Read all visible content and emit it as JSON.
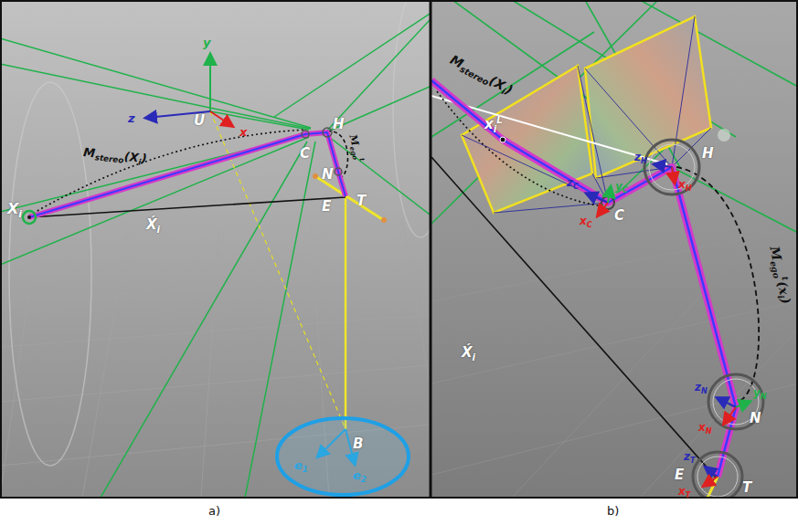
{
  "diagram": {
    "labels": [
      "y",
      "z",
      "x",
      "U",
      "H",
      "C",
      "N",
      "T",
      "E",
      "X",
      "i",
      "X́",
      "i",
      "M",
      "stereo",
      "(X",
      "i",
      ")",
      "M",
      "ego",
      "t",
      "B",
      "e",
      "1",
      "e",
      "2",
      "a)",
      "M",
      "stereo",
      "(X",
      "i",
      ")",
      "x",
      "i",
      "L",
      "z",
      "C",
      "y",
      "C",
      "x",
      "C",
      "C",
      "z",
      "H",
      "x",
      "H",
      "H",
      "M",
      "ego",
      "t",
      "(x",
      "i",
      ")",
      "X́",
      "i",
      "z",
      "N",
      "y",
      "N",
      "x",
      "N",
      "N",
      "z",
      "T",
      "x",
      "T",
      "E",
      "T",
      "b)"
    ]
  }
}
